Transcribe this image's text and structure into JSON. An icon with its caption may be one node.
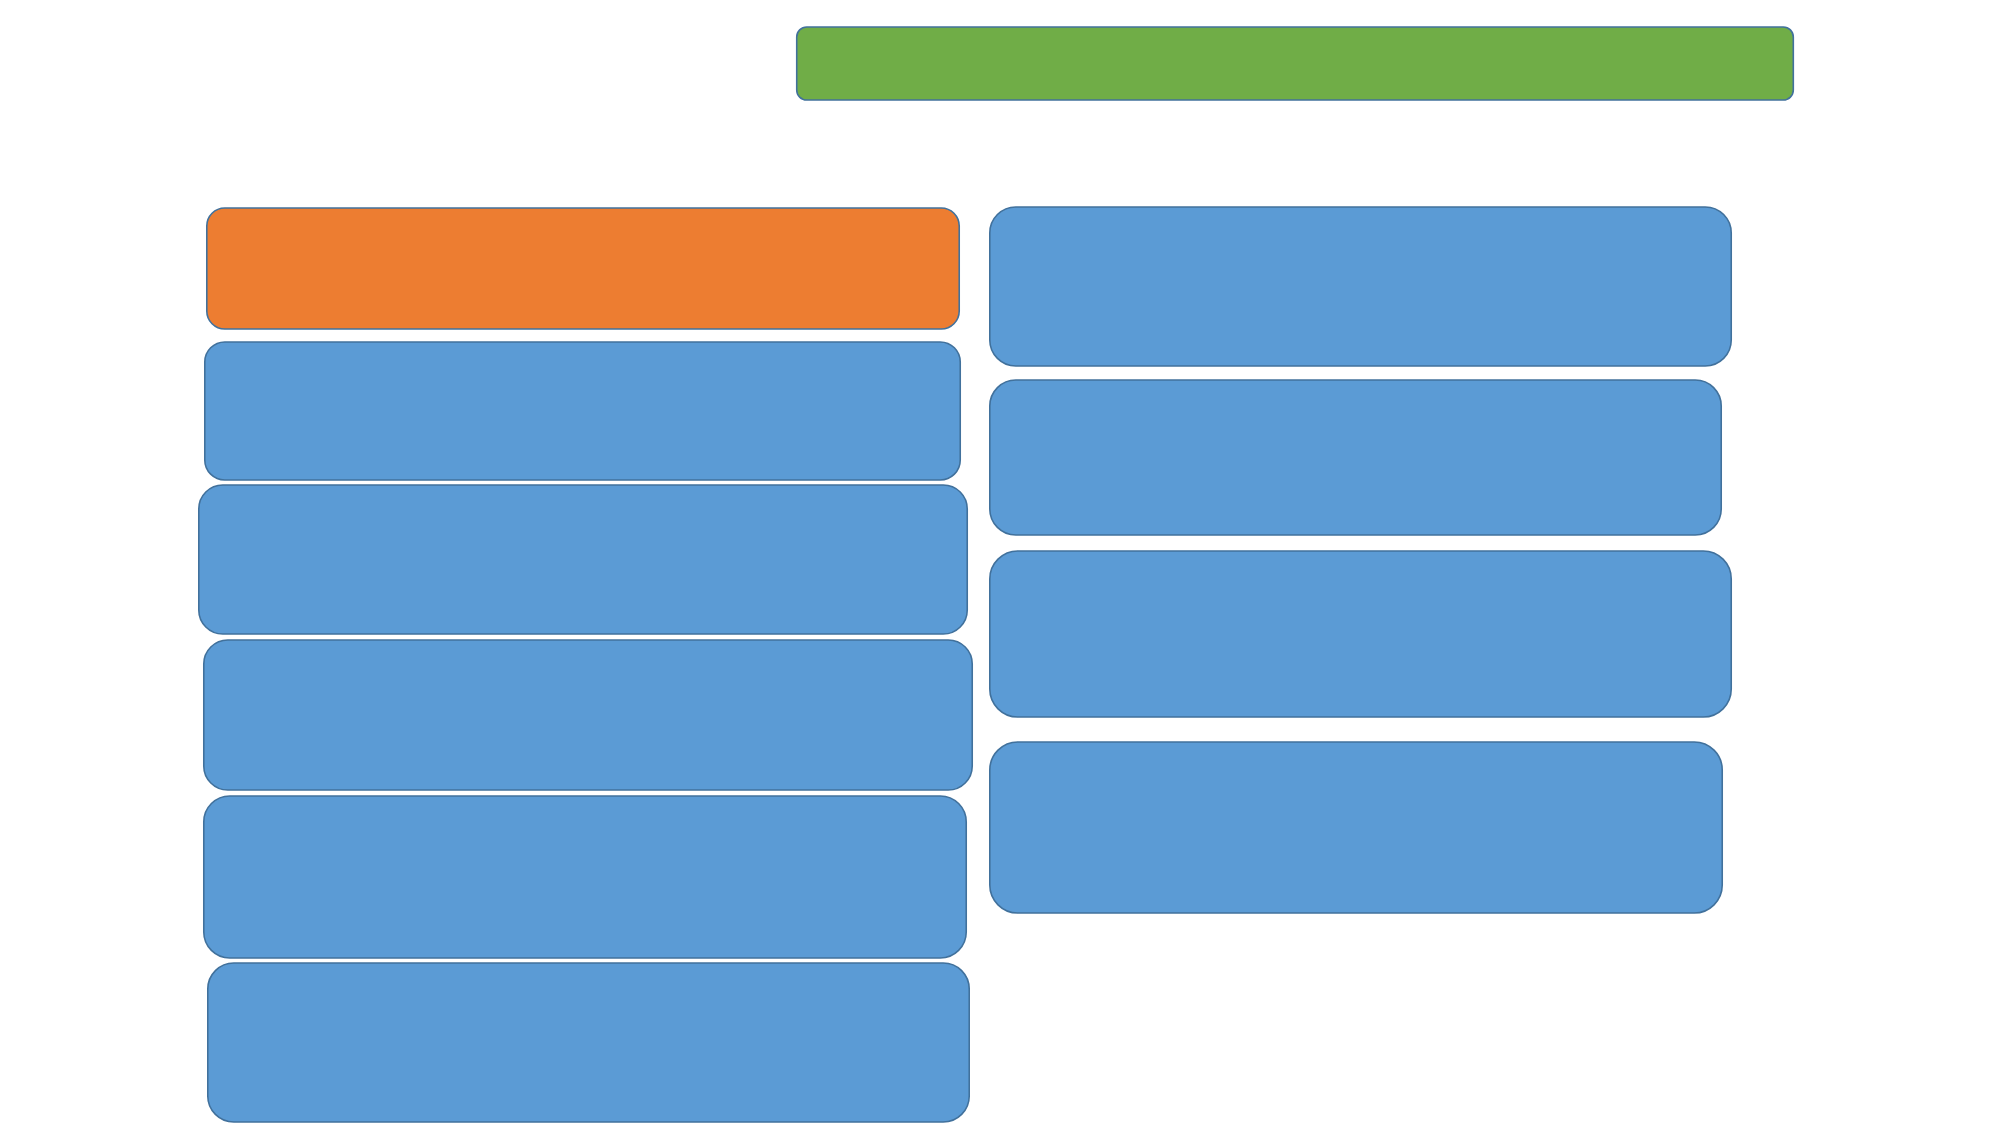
{
  "diagram": {
    "nodes": [
      {
        "text": [],
        "shape": "box"
      },
      {
        "text": [],
        "shape": "box"
      },
      {
        "text": [],
        "shape": "box"
      },
      {
        "text": [],
        "shape": "box"
      },
      {
        "text": [],
        "shape": "box"
      },
      {
        "text": [],
        "shape": "box"
      },
      {
        "text": [],
        "shape": "box"
      },
      {
        "text": [],
        "shape": "box"
      },
      {
        "text": [],
        "shape": "box"
      },
      {
        "text": [],
        "shape": "box"
      },
      {
        "text": [],
        "shape": "box"
      }
    ]
  }
}
